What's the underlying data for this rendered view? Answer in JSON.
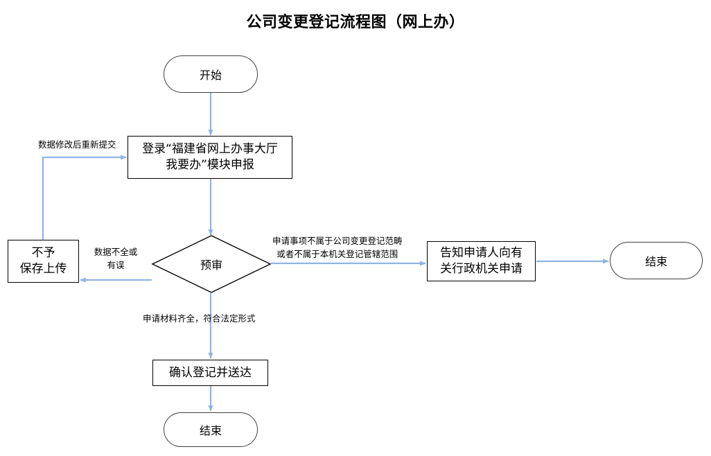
{
  "document": {
    "title": "公司变更登记流程图（网上办）"
  },
  "flowchart": {
    "type": "flowchart",
    "nodes": [
      {
        "id": "start",
        "shape": "terminator",
        "label": "开始"
      },
      {
        "id": "login",
        "shape": "process",
        "label_line1": "登录“福建省网上办事大厅",
        "label_line2": "我要办”模块申报"
      },
      {
        "id": "reject",
        "shape": "process",
        "label_line1": "不予",
        "label_line2": "保存上传"
      },
      {
        "id": "decision",
        "shape": "decision",
        "label": "预审"
      },
      {
        "id": "notify",
        "shape": "process",
        "label_line1": "告知申请人向有",
        "label_line2": "关行政机关申请"
      },
      {
        "id": "end_right",
        "shape": "terminator",
        "label": "结束"
      },
      {
        "id": "confirm",
        "shape": "process",
        "label": "确认登记并送达"
      },
      {
        "id": "end_bottom",
        "shape": "terminator",
        "label": "结束"
      }
    ],
    "edges": [
      {
        "from": "start",
        "to": "login",
        "label": ""
      },
      {
        "from": "login",
        "to": "decision",
        "label": ""
      },
      {
        "from": "decision",
        "to": "reject",
        "label_line1": "数据不全或",
        "label_line2": "有误"
      },
      {
        "from": "reject",
        "to": "login",
        "label": "数据修改后重新提交"
      },
      {
        "from": "decision",
        "to": "notify",
        "label_line1": "申请事项不属于公司变更登记范畴",
        "label_line2": "或者不属于本机关登记管辖范围"
      },
      {
        "from": "notify",
        "to": "end_right",
        "label": ""
      },
      {
        "from": "decision",
        "to": "confirm",
        "label": "申请材料齐全，符合法定形式"
      },
      {
        "from": "confirm",
        "to": "end_bottom",
        "label": ""
      }
    ]
  },
  "colors": {
    "connector": "#8eb4e3",
    "shape_border_dark": "#000000",
    "terminator_border": "#3f3f3f",
    "text": "#000000",
    "background": "#ffffff"
  }
}
